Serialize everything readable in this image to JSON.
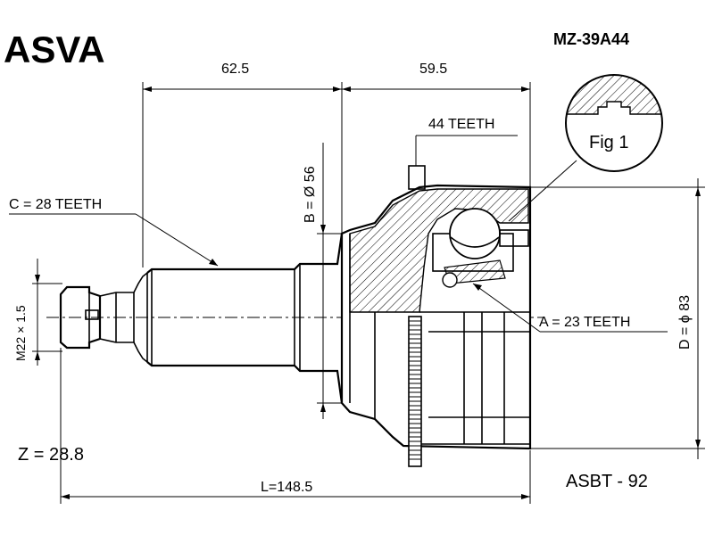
{
  "brand": "ASVA",
  "part_number": "MZ-39A44",
  "dimensions": {
    "length_left": "62.5",
    "length_right": "59.5",
    "total_length": "L=148.5",
    "diameter_b": "B = Ø 56",
    "diameter_d": "D = ϕ 83",
    "thread": "M22 × 1.5"
  },
  "teeth": {
    "abs_teeth": "44 TEETH",
    "spline_c": "C = 28 TEETH",
    "spline_a": "A = 23 TEETH"
  },
  "figure_label": "Fig 1",
  "z_value": "Z = 28.8",
  "asbt": "ASBT -  92"
}
